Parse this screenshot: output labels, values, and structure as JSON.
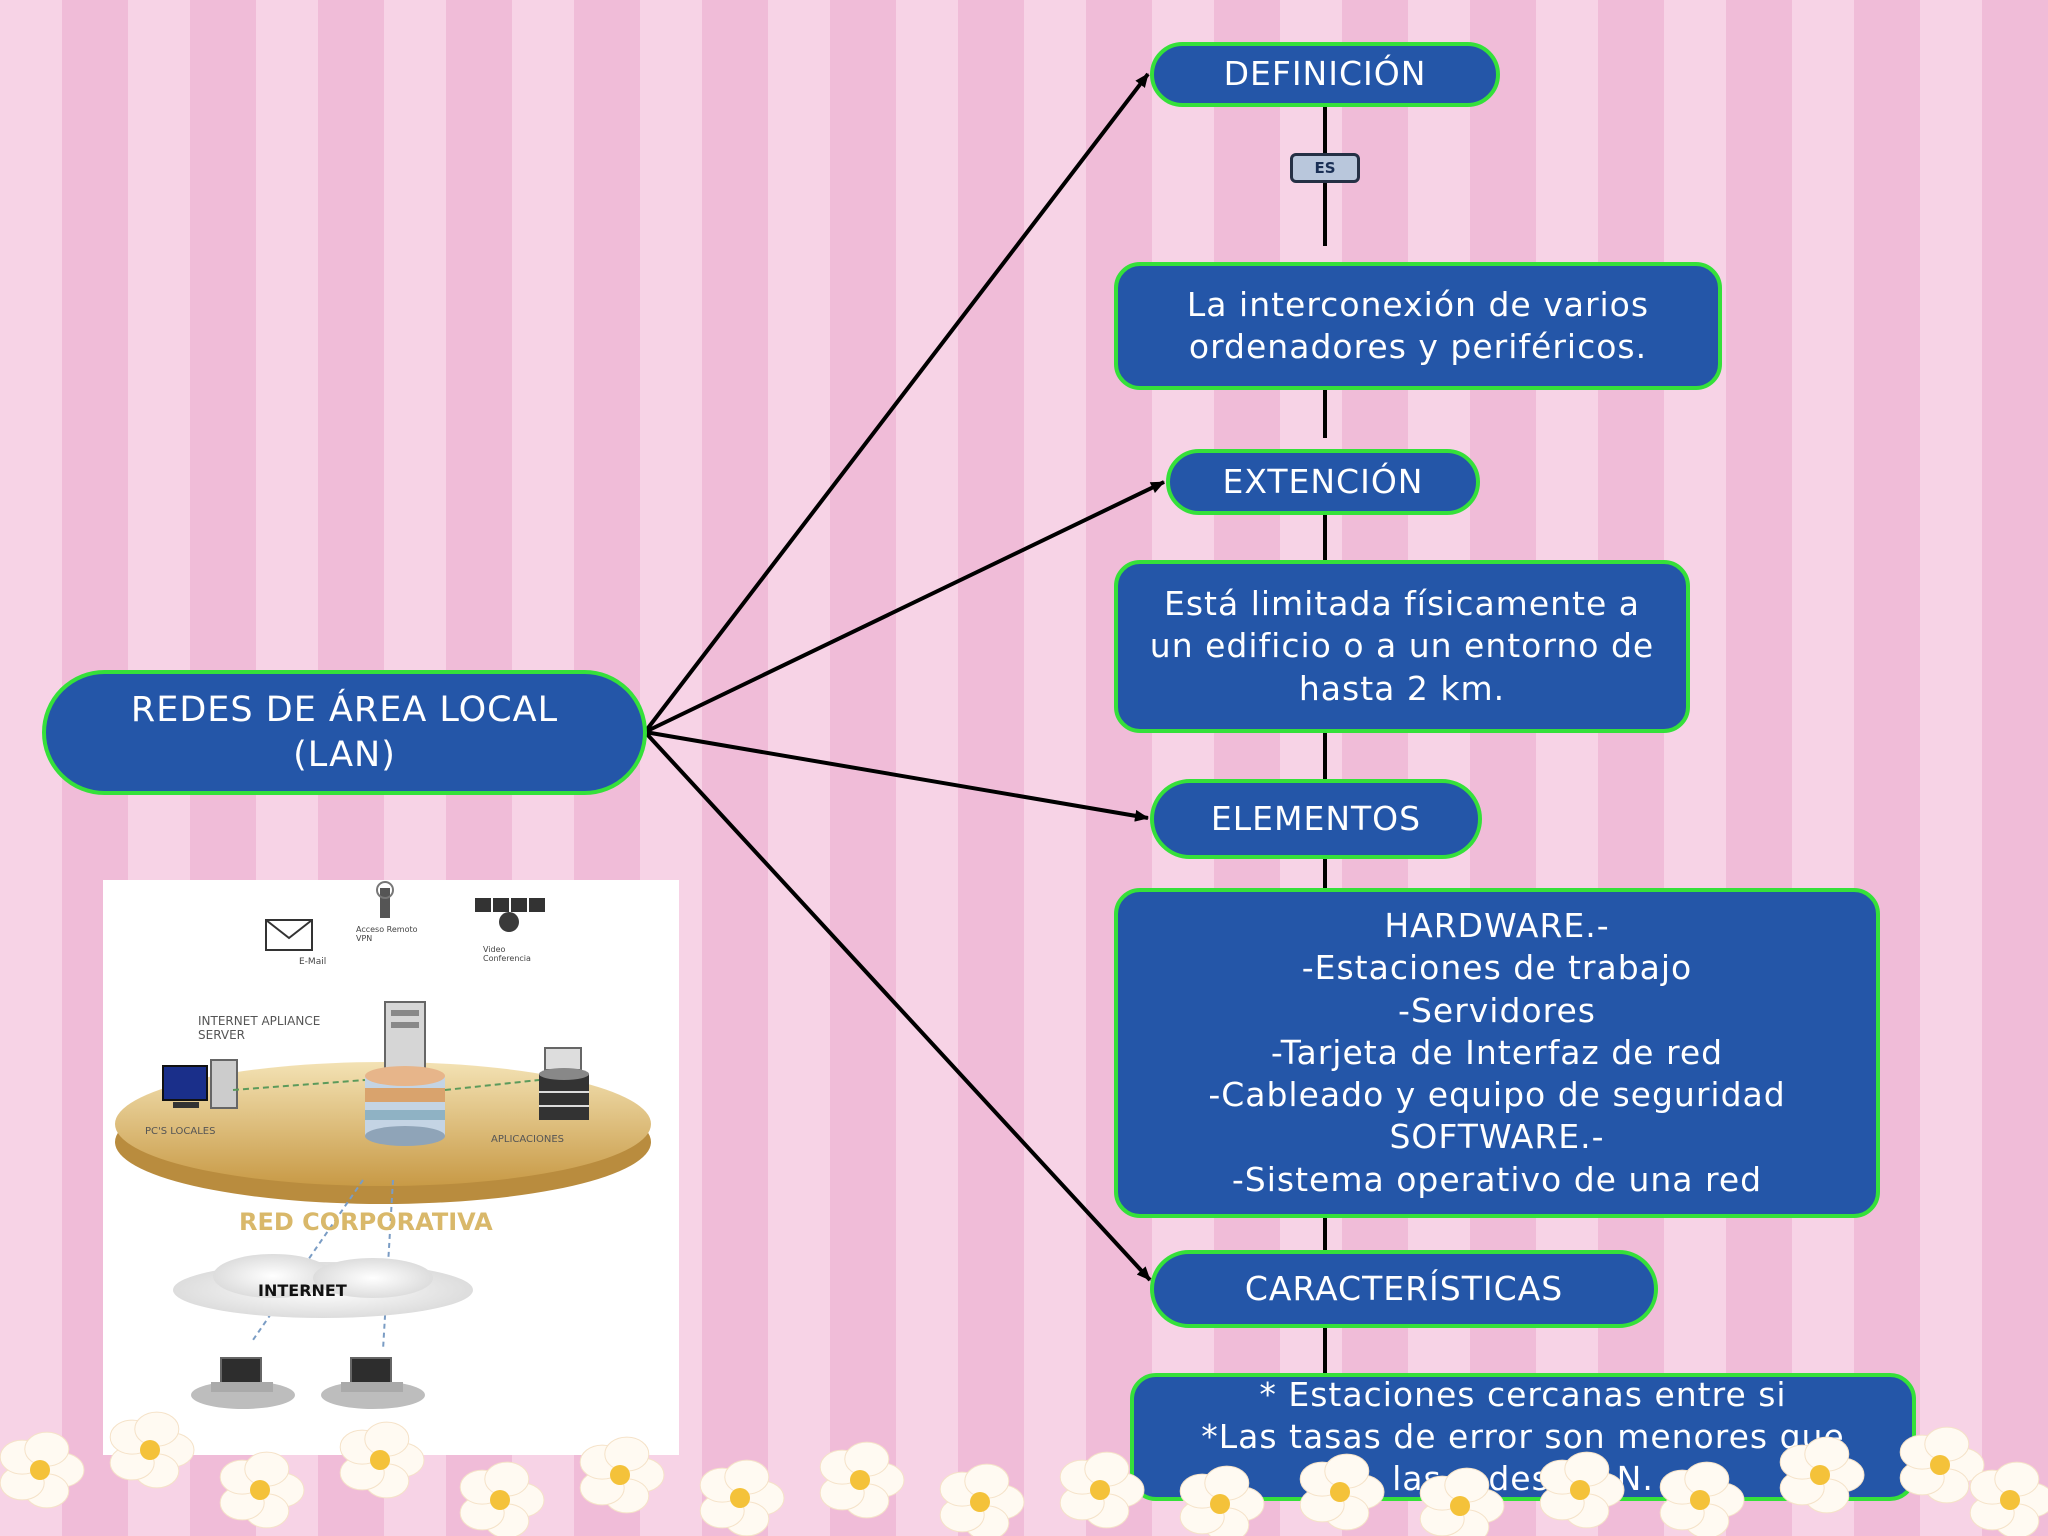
{
  "connector_label": "ES",
  "nodes": {
    "root": "REDES DE ÁREA LOCAL\n(LAN)",
    "definicion": "DEFINICIÓN",
    "definicion_text": "La interconexión de varios\nordenadores y periféricos.",
    "extencion": "EXTENCIÓN",
    "extencion_text": "Está limitada físicamente a\nun edificio o a un entorno de\nhasta 2 km.",
    "elementos": "ELEMENTOS",
    "elementos_text": "HARDWARE.-\n-Estaciones de trabajo\n-Servidores\n-Tarjeta de Interfaz de red\n-Cableado y equipo de seguridad\nSOFTWARE.-\n-Sistema operativo de una red",
    "caracteristicas": "CARACTERÍSTICAS",
    "caracteristicas_text": "* Estaciones cercanas entre si\n*Las tasas de error son menores que\nlas redes WAN."
  },
  "network_image": {
    "email_label": "E-Mail",
    "vpn_label": "Acceso Remoto\nVPN",
    "video_label": "Video\nConferencia",
    "server_label": "INTERNET APLIANCE\nSERVER",
    "pcs_label": "PC'S LOCALES",
    "apps_label": "APLICACIONES",
    "corp_label": "RED CORPORATIVA",
    "internet_label": "INTERNET"
  },
  "colors": {
    "node_fill": "#2456a8",
    "node_border": "#35e03a",
    "background_stripe_a": "#f7d3e6",
    "background_stripe_b": "#f0bcd8",
    "arrow": "#000000"
  }
}
